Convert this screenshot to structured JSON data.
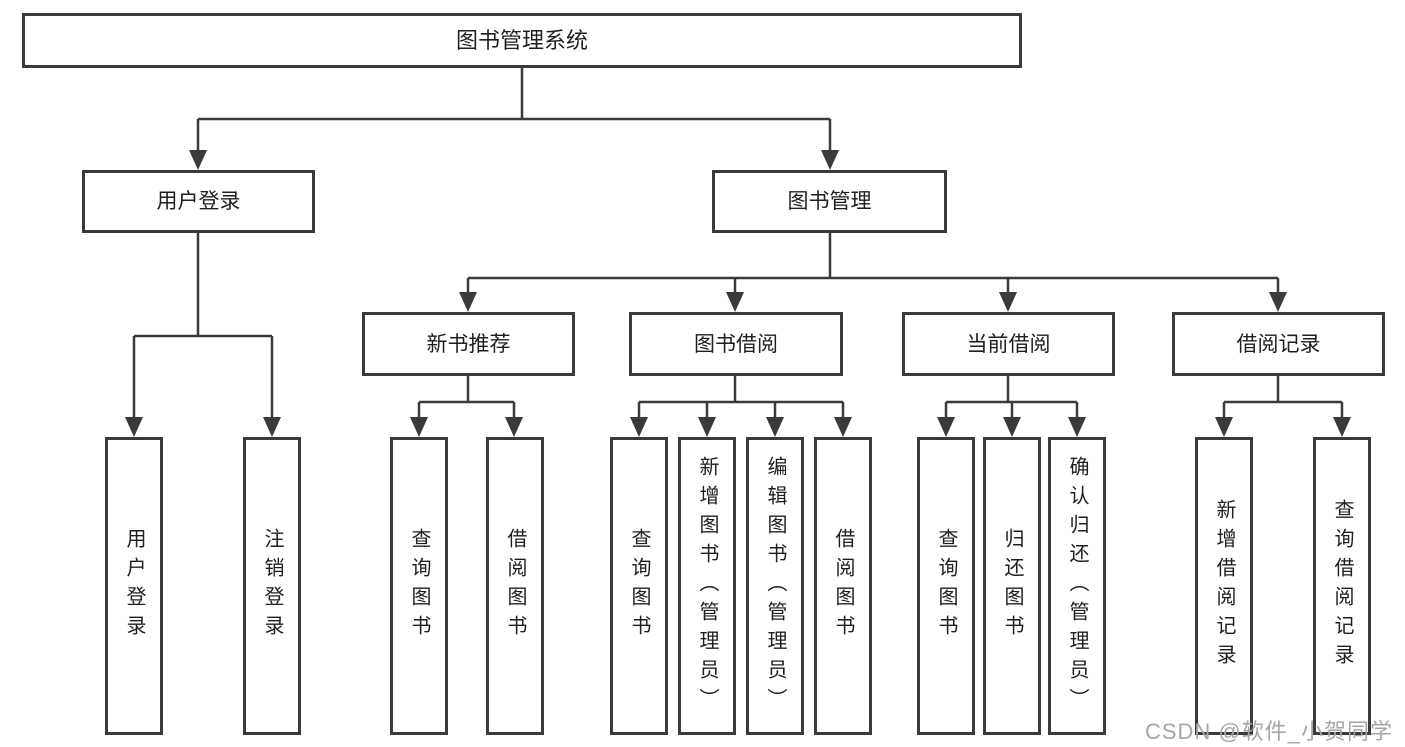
{
  "tree": {
    "label": "图书管理系统",
    "children": [
      {
        "label": "用户登录",
        "children": [
          {
            "label": "用户登录"
          },
          {
            "label": "注销登录"
          }
        ]
      },
      {
        "label": "图书管理",
        "children": [
          {
            "label": "新书推荐",
            "children": [
              {
                "label": "查询图书"
              },
              {
                "label": "借阅图书"
              }
            ]
          },
          {
            "label": "图书借阅",
            "children": [
              {
                "label": "查询图书"
              },
              {
                "label": "新增图书（管理员）"
              },
              {
                "label": "编辑图书（管理员）"
              },
              {
                "label": "借阅图书"
              }
            ]
          },
          {
            "label": "当前借阅",
            "children": [
              {
                "label": "查询图书"
              },
              {
                "label": "归还图书"
              },
              {
                "label": "确认归还（管理员）"
              }
            ]
          },
          {
            "label": "借阅记录",
            "children": [
              {
                "label": "新增借阅记录"
              },
              {
                "label": "查询借阅记录"
              }
            ]
          }
        ]
      }
    ]
  },
  "watermark": {
    "text": "CSDN @软件_小贺同学"
  },
  "colors": {
    "line": "#3a3a3a",
    "box_border": "#3a3a3a",
    "text": "#1f1f1f",
    "watermark": "#a6a6a6",
    "background": "#ffffff"
  }
}
